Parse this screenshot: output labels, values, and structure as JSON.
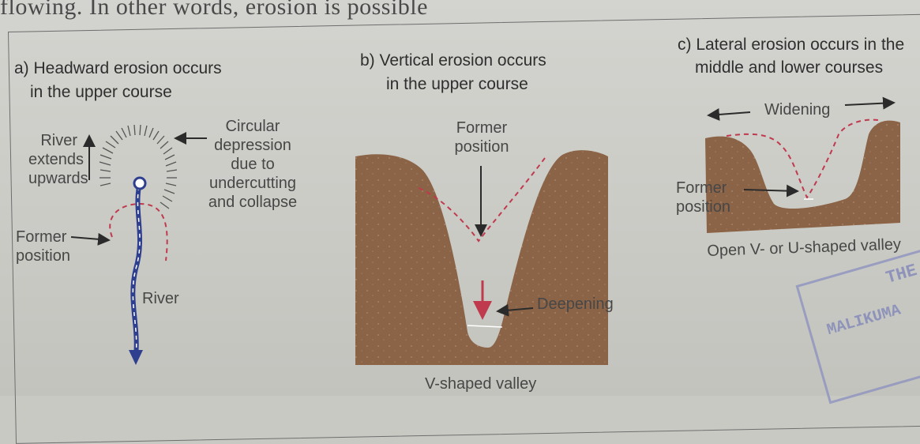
{
  "top_text": "flowing. In other words, erosion is possible",
  "panel_a": {
    "title_line1": "a) Headward erosion occurs",
    "title_line2": "in the upper course",
    "river_extends": [
      "River",
      "extends",
      "upwards"
    ],
    "circular_depression": [
      "Circular",
      "depression",
      "due to",
      "undercutting",
      "and collapse"
    ],
    "former_position": [
      "Former",
      "position"
    ],
    "river": "River"
  },
  "panel_b": {
    "title_line1": "b) Vertical erosion occurs",
    "title_line2": "in the upper course",
    "former_position": [
      "Former",
      "position"
    ],
    "deepening": "Deepening",
    "caption": "V-shaped valley"
  },
  "panel_c": {
    "title_line1": "c) Lateral erosion occurs in the",
    "title_line2": "middle and lower courses",
    "widening": "Widening",
    "former_position": [
      "Former",
      "position"
    ],
    "caption": "Open V- or U-shaped valley"
  },
  "stamp": {
    "line1": "THE",
    "line2": "MALIKUMA"
  },
  "colors": {
    "earth": "#8b6347",
    "former_line": "#c03a4e",
    "river": "#2f3f8f",
    "arrow": "#2b2b2b"
  }
}
